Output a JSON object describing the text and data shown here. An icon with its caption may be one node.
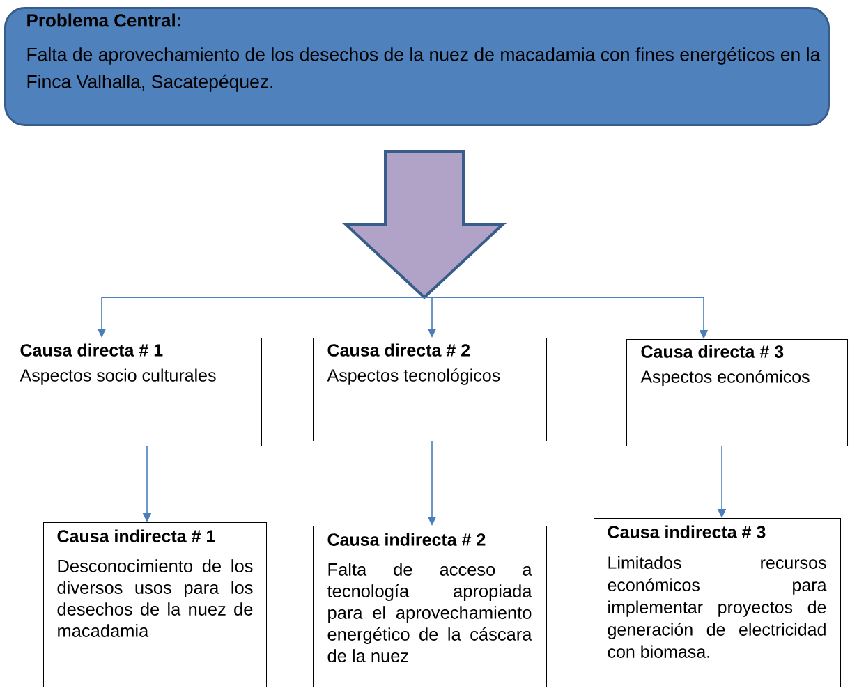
{
  "diagram": {
    "nodes": [
      {
        "text": [
          "Problema Central:",
          "Falta de aprovechamiento de los desechos de la nuez de macadamia con fines energéticos en la Finca Valhalla, Sacatepéquez."
        ]
      },
      {
        "text": [],
        "shape": "arrow"
      },
      {
        "text": [
          "Causa directa # 1",
          "Aspectos socio culturales"
        ]
      },
      {
        "text": [
          "Causa directa # 2",
          "Aspectos tecnológicos"
        ]
      },
      {
        "text": [
          "Causa directa # 3",
          "Aspectos económicos"
        ]
      },
      {
        "text": [
          "Causa indirecta # 1",
          "Desconocimiento de los diversos usos para los desechos de la nuez de macadamia"
        ]
      },
      {
        "text": [
          "Causa indirecta # 2",
          "Falta de acceso a tecnología apropiada para el aprovechamiento energético de la cáscara de la nuez"
        ]
      },
      {
        "text": [
          "Causa indirecta # 3",
          "Limitados recursos económicos para implementar proyectos de generación de electricidad con biomasa."
        ]
      }
    ],
    "edges": [
      {
        "from": 1,
        "to": 2,
        "arrow": "to"
      },
      {
        "from": 1,
        "to": 3,
        "arrow": "to"
      },
      {
        "from": 1,
        "to": 4,
        "arrow": "to"
      },
      {
        "from": 2,
        "to": 5,
        "arrow": "to"
      },
      {
        "from": 3,
        "to": 6,
        "arrow": "to"
      },
      {
        "from": 4,
        "to": 7,
        "arrow": "to"
      }
    ]
  }
}
